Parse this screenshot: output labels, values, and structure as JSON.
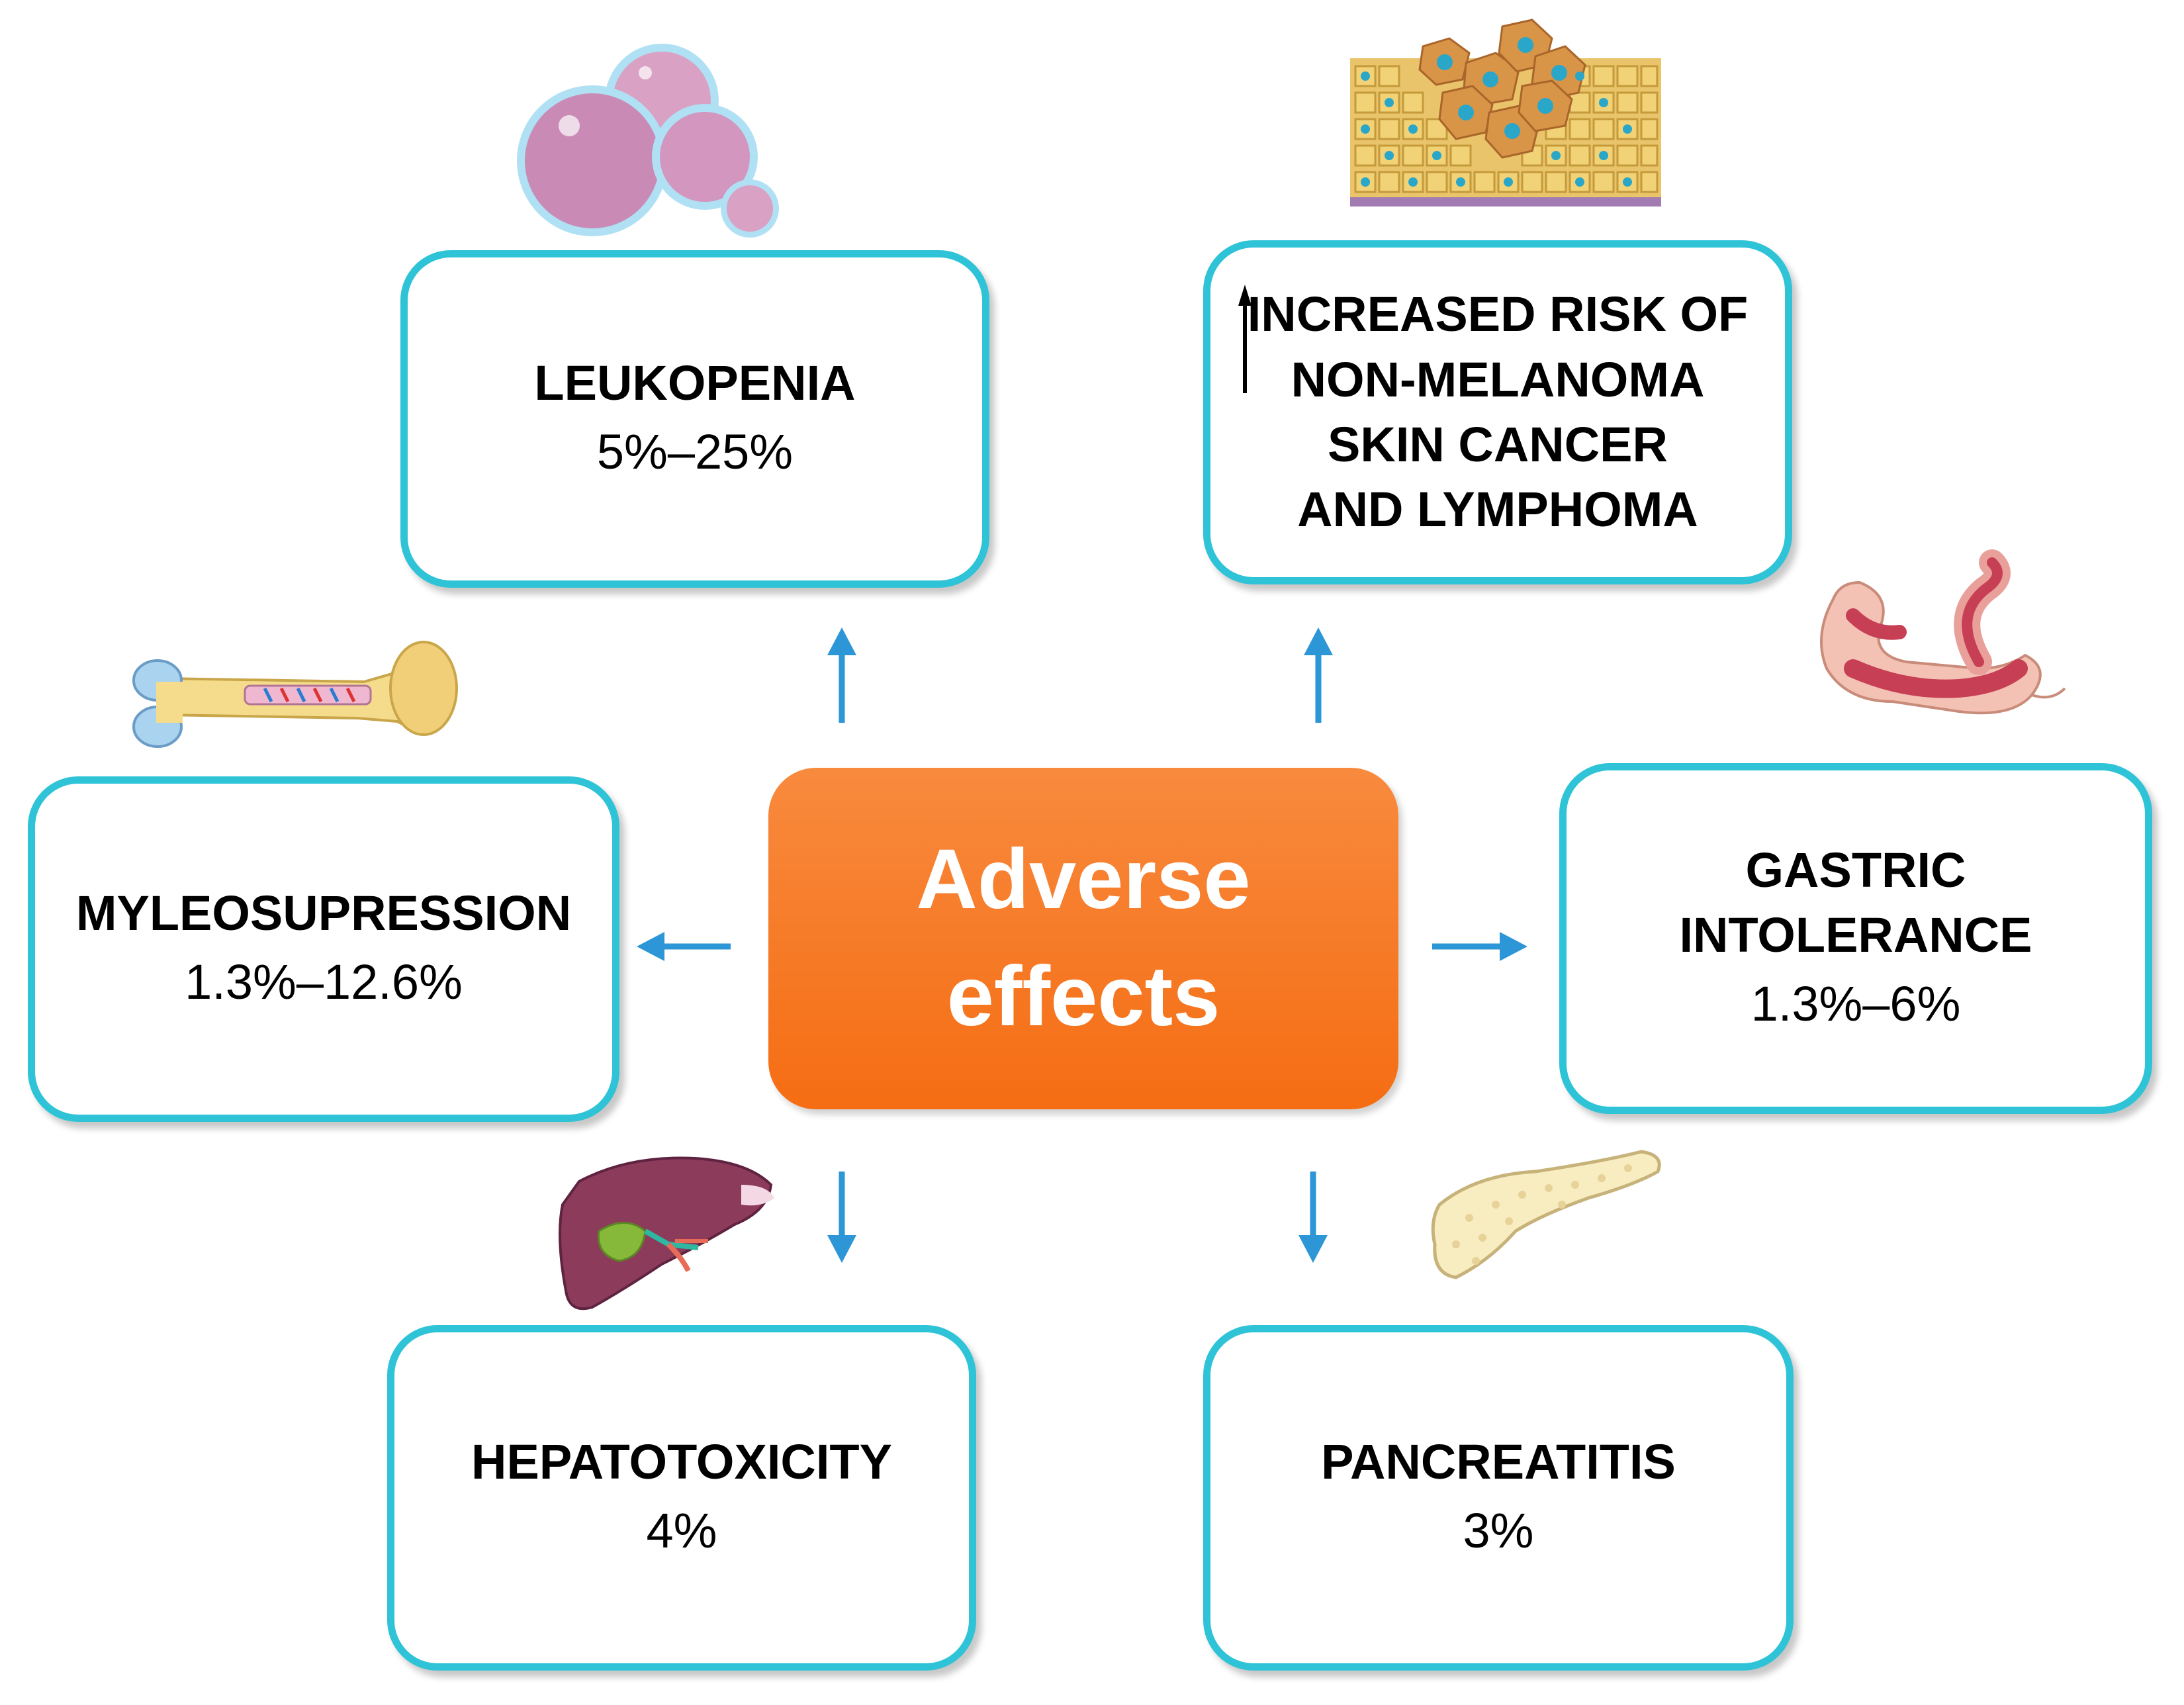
{
  "center": {
    "line1": "Adverse",
    "line2": "effects"
  },
  "effects": {
    "leukopenia": {
      "label": "LEUKOPENIA",
      "value": "5%–25%"
    },
    "cancer": {
      "lines": [
        "INCREASED RISK OF",
        "NON-MELANOMA",
        "SKIN CANCER",
        "AND LYMPHOMA"
      ],
      "marker_icon": "up-arrow-icon"
    },
    "myelosuppression": {
      "label": "MYLEOSUPRESSION",
      "value": "1.3%–12.6%"
    },
    "gastric": {
      "label_lines": [
        "GASTRIC",
        "INTOLERANCE"
      ],
      "value": "1.3%–6%"
    },
    "hepatotoxicity": {
      "label": "HEPATOTOXICITY",
      "value": "4%"
    },
    "pancreatitis": {
      "label": "PANCREATITIS",
      "value": "3%"
    }
  },
  "colors": {
    "box_border": "#2ec3d6",
    "center_fill": "#f56d13",
    "arrow": "#2d96d6",
    "text": "#000000"
  },
  "icons": [
    "white-blood-cells-icon",
    "skin-cancer-cells-icon",
    "bone-marrow-icon",
    "intestine-icon",
    "liver-icon",
    "pancreas-icon"
  ]
}
